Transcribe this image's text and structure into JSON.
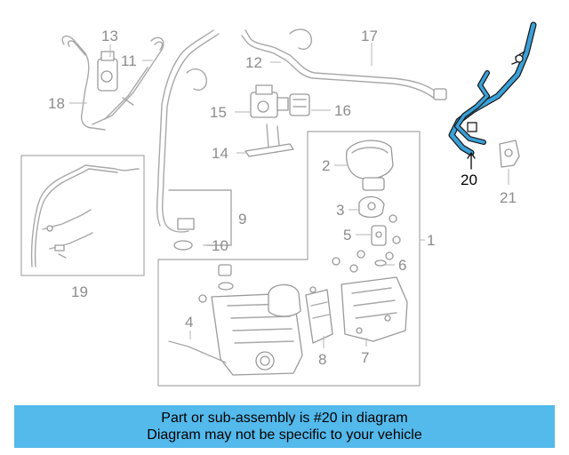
{
  "diagram": {
    "callouts": {
      "c1": "1",
      "c2": "2",
      "c3": "3",
      "c4": "4",
      "c5": "5",
      "c6": "6",
      "c7": "7",
      "c8": "8",
      "c9": "9",
      "c10": "10",
      "c11": "11",
      "c12": "12",
      "c13": "13",
      "c14": "14",
      "c15": "15",
      "c16": "16",
      "c17": "17",
      "c18": "18",
      "c19": "19",
      "c20": "20",
      "c21": "21"
    },
    "highlighted_part": "20",
    "colors": {
      "highlight": "#3aa0d8",
      "banner": "#54b9eb",
      "lines": "#a8a8a8"
    }
  },
  "banner": {
    "line1": "Part or sub-assembly is #20 in diagram",
    "line2": "Diagram may not be specific to your vehicle"
  }
}
